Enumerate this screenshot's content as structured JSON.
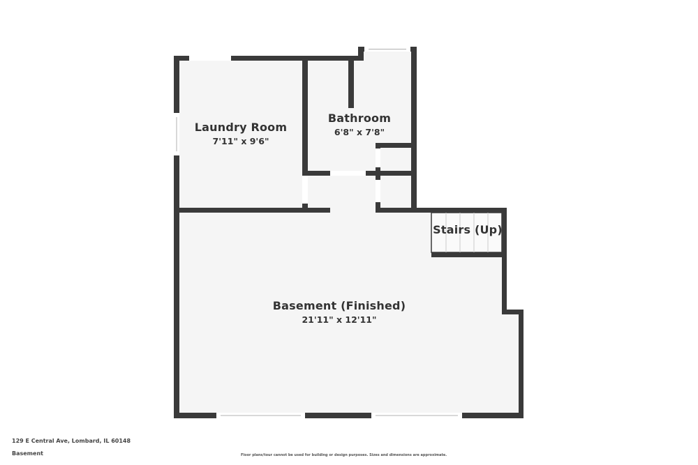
{
  "plan": {
    "colors": {
      "wall": "#3a3a3a",
      "floor": "#f5f5f5",
      "window": "#ffffff",
      "window_line": "#b0b0b0",
      "text": "#333333"
    },
    "rooms": [
      {
        "name": "Laundry Room",
        "dimensions": "7'11\" x 9'6\""
      },
      {
        "name": "Bathroom",
        "dimensions": "6'8\" x 7'8\""
      },
      {
        "name": "Stairs (Up)",
        "dimensions": ""
      },
      {
        "name": "Basement (Finished)",
        "dimensions": "21'11\" x 12'11\""
      }
    ]
  },
  "footer": {
    "address": "129 E Central Ave, Lombard, IL 60148",
    "floor": "Basement",
    "disclaimer": "Floor plans/tour cannot be used for building or design purposes. Sizes and dimensions are approximate."
  }
}
